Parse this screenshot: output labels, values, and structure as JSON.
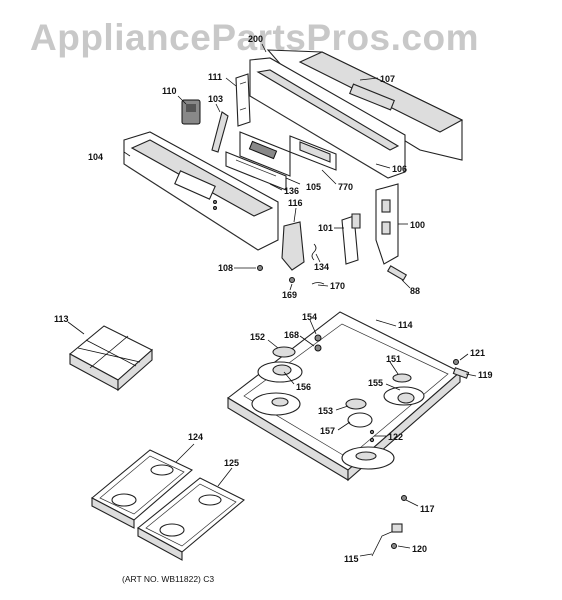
{
  "watermark": "AppliancePartsPros.com",
  "art_number": "(ART NO. WB11822) C3",
  "labels": {
    "p200": "200",
    "p107": "107",
    "p111": "111",
    "p110": "110",
    "p103": "103",
    "p104": "104",
    "p106": "106",
    "p105": "105",
    "p770": "770",
    "p136": "136",
    "p116": "116",
    "p101": "101",
    "p100": "100",
    "p134": "134",
    "p108": "108",
    "p169": "169",
    "p170": "170",
    "p88": "88",
    "p113": "113",
    "p154": "154",
    "p168": "168",
    "p152": "152",
    "p114": "114",
    "p151": "151",
    "p121": "121",
    "p119": "119",
    "p156": "156",
    "p155": "155",
    "p153": "153",
    "p157": "157",
    "p122": "122",
    "p124": "124",
    "p125": "125",
    "p117": "117",
    "p120": "120",
    "p115": "115"
  }
}
